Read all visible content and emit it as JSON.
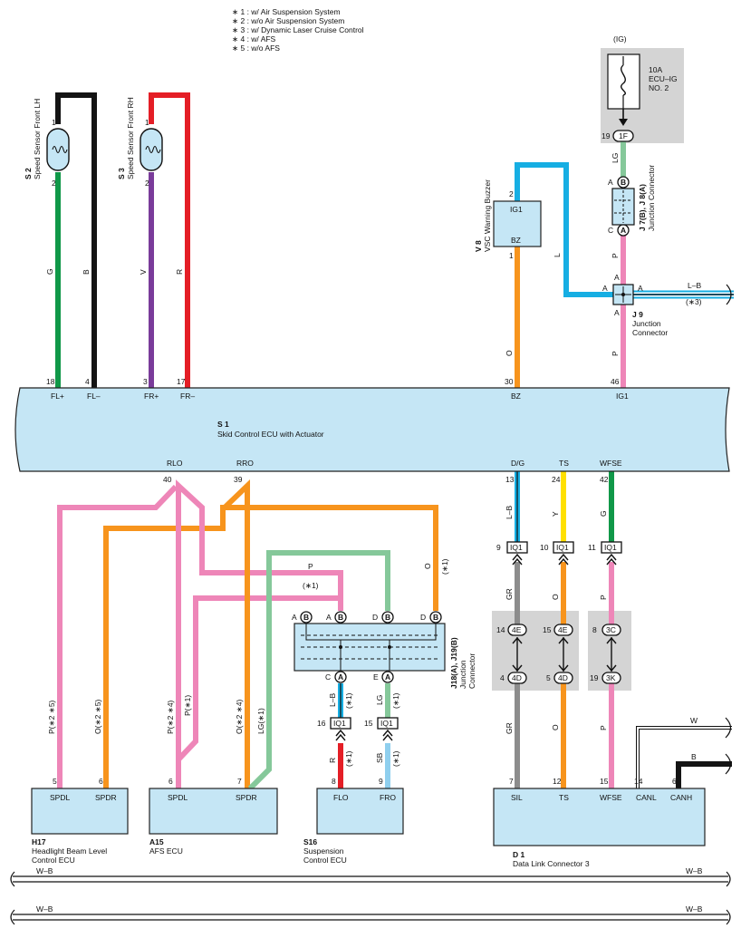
{
  "notes": [
    "∗ 1 : w/ Air Suspension System",
    "∗ 2 : w/o Air Suspension System",
    "∗ 3 : w/ Dynamic Laser Cruise Control",
    "∗ 4 : w/ AFS",
    "∗ 5 : w/o AFS"
  ],
  "wire_colors": {
    "G": "#109848",
    "B": "#141414",
    "V": "#7a3b9a",
    "R": "#e41e26",
    "O": "#f7941d",
    "P": "#ee86b8",
    "L": "#16aee3",
    "LG": "#85c89a",
    "Y": "#ffe000",
    "GR": "#8c8c8c",
    "SB": "#8fcfee",
    "W": "#ffffff"
  },
  "box_fill": "#c5e6f5",
  "components": {
    "s2": {
      "code": "S 2",
      "name": "Speed Sensor Front LH",
      "pins": [
        "1",
        "2"
      ]
    },
    "s3": {
      "code": "S 3",
      "name": "Speed Sensor Front RH",
      "pins": [
        "1",
        "2"
      ]
    },
    "ig": {
      "label": "(IG)",
      "fuse": [
        "10A",
        "ECU–IG",
        "NO. 2"
      ],
      "conn": "1F",
      "pin": "19"
    },
    "v8": {
      "code": "V 8",
      "name": "VSC Warning Buzzer",
      "terms": [
        "IG1",
        "BZ"
      ],
      "pins": [
        "2",
        "1"
      ]
    },
    "j7": {
      "code": "J 7(B), J 8(A)",
      "name": "Junction Connector",
      "top": [
        "A",
        "B"
      ],
      "bottom": [
        "C",
        "A"
      ]
    },
    "j9": {
      "code": "J 9",
      "name": [
        "Junction",
        "Connector"
      ],
      "left": "A",
      "right": "A",
      "top": "A",
      "bottom": "A"
    },
    "s1": {
      "code": "S 1",
      "name": "Skid Control ECU with Actuator",
      "top_terms": [
        "FL+",
        "FL–",
        "FR+",
        "FR–",
        "BZ",
        "IG1"
      ],
      "top_pins": [
        "18",
        "4",
        "3",
        "17",
        "30",
        "46"
      ],
      "bot_terms": [
        "RLO",
        "RRO",
        "D/G",
        "TS",
        "WFSE"
      ],
      "bot_pins": [
        "40",
        "39",
        "13",
        "24",
        "42"
      ]
    },
    "j18": {
      "code": "J18(A), J19(B)",
      "name": [
        "Junction",
        "Connector"
      ],
      "top": [
        "A",
        "B",
        "A",
        "B",
        "D",
        "B",
        "D",
        "B"
      ],
      "bottom": [
        "C",
        "A",
        "E",
        "A"
      ]
    },
    "h17": {
      "code": "H17",
      "name": [
        "Headlight Beam Level",
        "Control ECU"
      ],
      "terms": [
        "SPDL",
        "SPDR"
      ],
      "pins": [
        "5",
        "6"
      ]
    },
    "a15": {
      "code": "A15",
      "name": [
        "AFS ECU"
      ],
      "terms": [
        "SPDL",
        "SPDR"
      ],
      "pins": [
        "6",
        "7"
      ]
    },
    "s16": {
      "code": "S16",
      "name": [
        "Suspension",
        "Control ECU"
      ],
      "terms": [
        "FLO",
        "FRO"
      ],
      "pins": [
        "8",
        "9"
      ]
    },
    "d1": {
      "code": "D 1",
      "name": [
        "Data Link Connector 3"
      ],
      "terms": [
        "SIL",
        "TS",
        "WFSE",
        "CANL",
        "CANH"
      ],
      "pins": [
        "7",
        "12",
        "15",
        "14",
        "6"
      ]
    }
  },
  "inline": {
    "iq1": "IQ1",
    "iq1_pins_top": [
      "9",
      "10",
      "11"
    ],
    "iq1_pins_bot": [
      "16",
      "15"
    ],
    "mid_top": [
      "4E",
      "4E",
      "3C"
    ],
    "mid_top_pins": [
      "14",
      "15",
      "8"
    ],
    "mid_bot": [
      "4D",
      "4D",
      "3K"
    ],
    "mid_bot_pins": [
      "4",
      "5",
      "19"
    ]
  },
  "wire_labels": {
    "s2_g": "G",
    "s2_b": "B",
    "s3_v": "V",
    "s3_r": "R",
    "ig_lg": "LG",
    "ig_p": "P",
    "j9_p": "P",
    "v8_l": "L",
    "v8_o": "O",
    "j9_lb": "L–B",
    "j9_note": "(∗3)",
    "dg_lb": "L–B",
    "ts_y": "Y",
    "wfse_g": "G",
    "gr1": "GR",
    "o1": "O",
    "p1": "P",
    "gr2": "GR",
    "o2": "O",
    "p2": "P",
    "p_star1": "P",
    "p_star1_note": "(∗1)",
    "o_star1": "O",
    "o_star1_note": "(∗1)",
    "h17_p": "P(∗2 ∗5)",
    "h17_o": "O(∗2 ∗5)",
    "a15_p": "P(∗2 ∗4)",
    "a15_p1": "P(∗1)",
    "a15_o": "O(∗2 ∗4)",
    "a15_lg": "LG(∗1)",
    "j18_lb": "L–B",
    "j18_lb_note": "(∗1)",
    "j18_lg": "LG",
    "j18_lg_note": "(∗1)",
    "s16_r": "R",
    "s16_r_note": "(∗1)",
    "s16_sb": "SB",
    "s16_sb_note": "(∗1)",
    "d1_w": "W",
    "d1_b": "B",
    "ground1": "W–B",
    "ground2": "W–B"
  }
}
